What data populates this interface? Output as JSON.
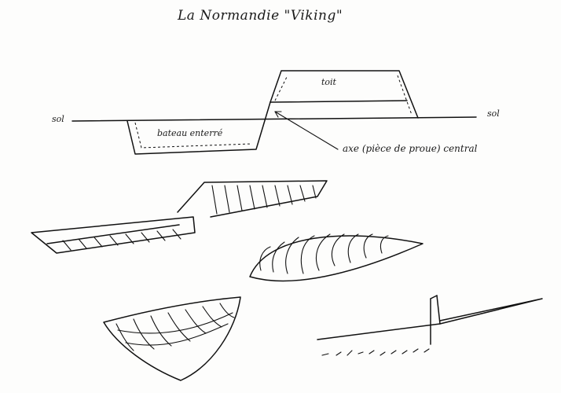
{
  "title": "La Normandie \"Viking\"",
  "labels": {
    "sol_left": "sol",
    "sol_right": "sol",
    "toit": "toit",
    "bateau": "bateau enterré",
    "axe": "axe (pièce de proue) central"
  }
}
